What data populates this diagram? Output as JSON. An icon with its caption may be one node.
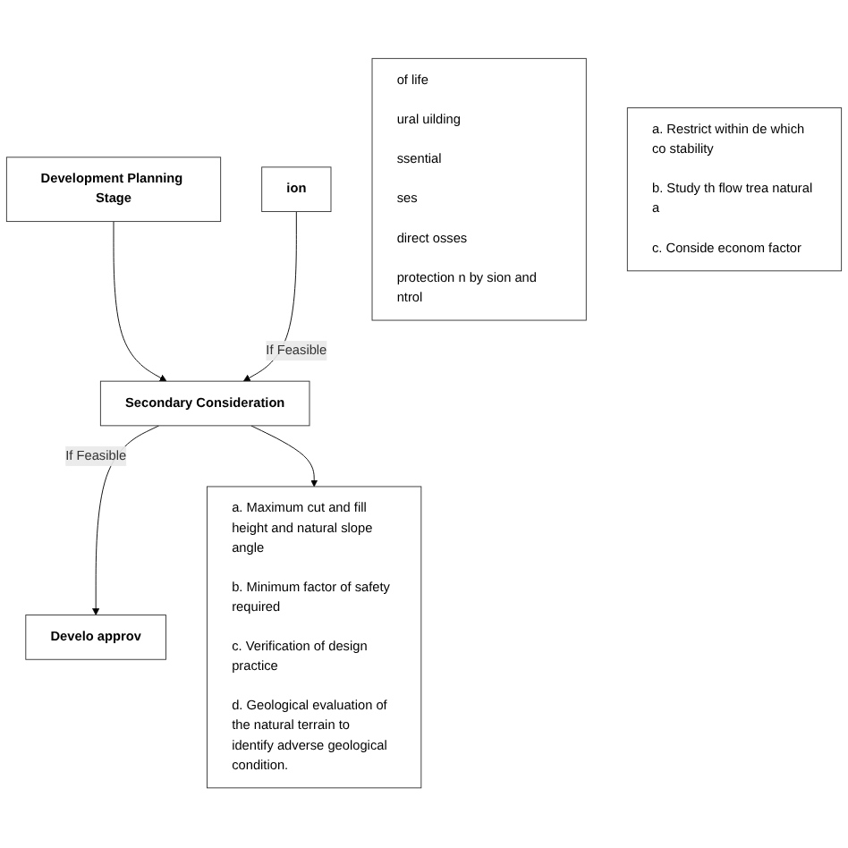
{
  "diagram": {
    "nodes": [
      {
        "text": [
          "Development Planning Stage"
        ]
      },
      {
        "text": [
          "ion"
        ]
      },
      {
        "text": [
          "Secondary Consideration"
        ]
      },
      {
        "text": [
          "Develo approv"
        ]
      },
      {
        "text": [
          "of life",
          "ural uilding",
          "ssential",
          "ses",
          "direct osses",
          "protection n by sion and ntrol"
        ]
      },
      {
        "text": [
          "a. Maximum cut and fill height and natural slope angle",
          "b. Minimum factor of safety required",
          "c. Verification of design practice",
          "d. Geological evaluation of the natural terrain to identify adverse geological condition."
        ]
      },
      {
        "text": [
          "a. Restrict within de which co stability",
          "b. Study th flow trea natural a",
          "c. Conside econom factor"
        ]
      }
    ],
    "edges": [
      {
        "from": 0,
        "to": 2,
        "arrow": "to"
      },
      {
        "from": 1,
        "to": 2,
        "arrow": "to",
        "label": "If Feasible"
      },
      {
        "from": 2,
        "to": 3,
        "arrow": "to",
        "label": "If Feasible"
      },
      {
        "from": 2,
        "to": 5,
        "arrow": "to"
      }
    ]
  }
}
